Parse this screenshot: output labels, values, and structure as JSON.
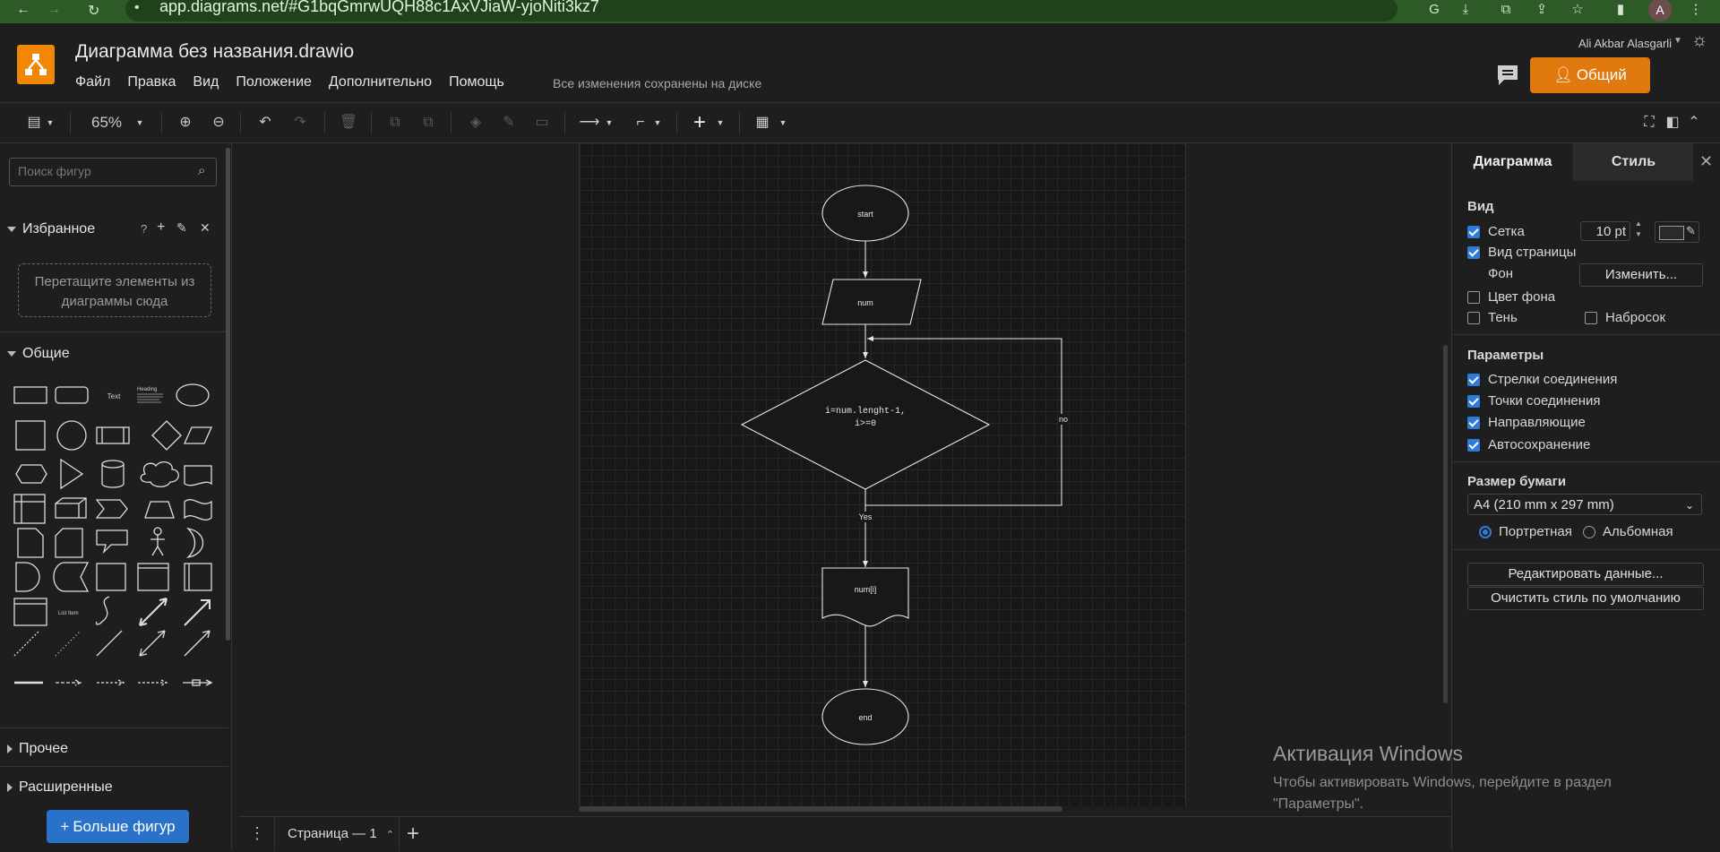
{
  "browser": {
    "url": "app.diagrams.net/#G1bqGmrwUQH88c1AxVJiaW-yjoNiti3kz7",
    "avatar_letter": "A"
  },
  "header": {
    "title": "Диаграмма без названия.drawio",
    "menu": [
      "Файл",
      "Правка",
      "Вид",
      "Положение",
      "Дополнительно",
      "Помощь"
    ],
    "save_status": "Все изменения сохранены на диске",
    "user_name": "Ali Akbar Alasgarli",
    "share_label": "Общий доступ"
  },
  "toolbar": {
    "zoom": "65%"
  },
  "left_panel": {
    "search_placeholder": "Поиск фигур",
    "favorites_title": "Избранное",
    "favorites_drop_hint": "Перетащите элементы из диаграммы сюда",
    "general_title": "Общие",
    "shape_text_label": "Text",
    "shape_heading_label": "Heading",
    "shape_list_label": "List Item",
    "other_title": "Прочее",
    "advanced_title": "Расширенные",
    "more_shapes_label": "Больше фигур"
  },
  "diagram": {
    "start": "start",
    "input": "num",
    "decision_line1": "i=num.lenght-1,",
    "decision_line2": "i>=0",
    "label_no": "no",
    "label_yes": "Yes",
    "output": "num[i]",
    "end": "end"
  },
  "page_tabs": {
    "page1": "Страница — 1"
  },
  "right_panel": {
    "tab_diagram": "Диаграмма",
    "tab_style": "Стиль",
    "view_title": "Вид",
    "grid_label": "Сетка",
    "grid_size": "10 pt",
    "page_view_label": "Вид страницы",
    "background_label": "Фон",
    "change_button": "Изменить...",
    "bg_color_label": "Цвет фона",
    "shadow_label": "Тень",
    "sketch_label": "Набросок",
    "params_title": "Параметры",
    "connection_arrows": "Стрелки соединения",
    "connection_points": "Точки соединения",
    "guides": "Направляющие",
    "autosave": "Автосохранение",
    "paper_title": "Размер бумаги",
    "paper_size": "A4 (210 mm x 297 mm)",
    "portrait": "Портретная",
    "landscape": "Альбомная",
    "edit_data": "Редактировать данные...",
    "clear_style": "Очистить стиль по умолчанию"
  },
  "watermark": {
    "title": "Активация Windows",
    "subtitle": "Чтобы активировать Windows, перейдите в раздел \"Параметры\"."
  },
  "colors": {
    "accent": "#2f7cd8",
    "share": "#e07a0f",
    "logo": "#f08705",
    "browser_bar": "#2d5a27"
  }
}
